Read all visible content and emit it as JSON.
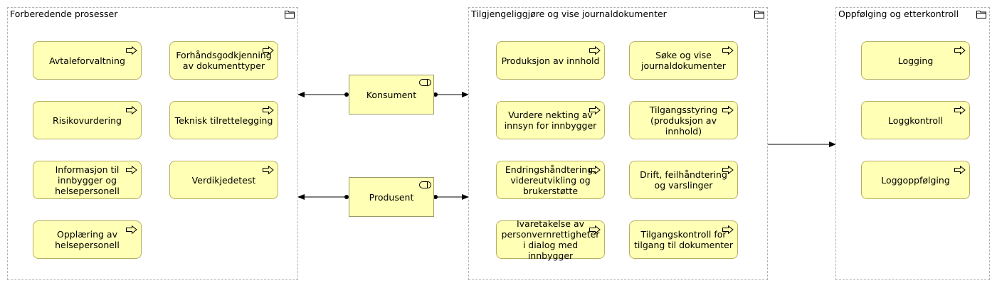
{
  "groups": {
    "prep": {
      "title": "Forberedende prosesser",
      "items": [
        "Avtaleforvaltning",
        "Forhåndsgodkjenning av dokumenttyper",
        "Risikovurdering",
        "Teknisk tilrettelegging",
        "Informasjon til innbygger og helsepersonell",
        "Verdikjedetest",
        "Opplæring av helsepersonell"
      ]
    },
    "access": {
      "title": "Tilgjengeliggjøre og vise journaldokumenter",
      "items": [
        "Produksjon av innhold",
        "Søke og vise journaldokumenter",
        "Vurdere nekting av innsyn for innbygger",
        "Tilgangsstyring (produksjon av innhold)",
        "Endringshåndtering, videreutvikling og brukerstøtte",
        "Drift, feilhåndtering og varslinger",
        "Ivaretakelse av personvernrettigheter i dialog med innbygger",
        "Tilgangskontroll for tilgang til dokumenter"
      ]
    },
    "followup": {
      "title": "Oppfølging og etterkontroll",
      "items": [
        "Logging",
        "Loggkontroll",
        "Loggoppfølging"
      ]
    }
  },
  "interfaces": {
    "consumer": "Konsument",
    "producer": "Produsent"
  },
  "icons": {
    "group": "folder-icon",
    "process": "process-arrow-icon",
    "interface": "interface-icon"
  },
  "colors": {
    "element_fill": "#ffffb5",
    "group_border": "#b3b3b3"
  }
}
